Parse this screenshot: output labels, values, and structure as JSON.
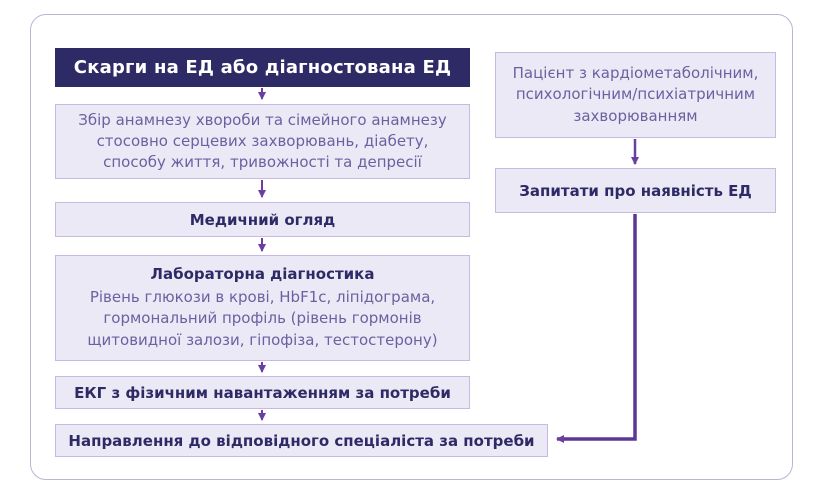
{
  "diagram": {
    "title_box": {
      "text": "Скарги на ЕД або діагностована ЕД"
    },
    "left_flow": [
      {
        "text": "Збір анамнезу хвороби та сімейного анамнезу стосовно серцевих захворювань, діабету, способу життя, тривожності та депресії"
      },
      {
        "text": "Медичний огляд"
      },
      {
        "title": "Лабораторна діагностика",
        "text": "Рівень глюкози в крові, HbF1c, ліпідограма, гормональний профіль (рівень гормонів щитовидної залози, гіпофіза, тестостерону)"
      },
      {
        "text": "ЕКГ з фізичним навантаженням за потреби"
      },
      {
        "text": "Направлення до відповідного спеціаліста за потреби"
      }
    ],
    "right_flow": [
      {
        "text": "Пацієнт з кардіометаболічним, психологічним/психіатричним захворюванням"
      },
      {
        "text": "Запитати про наявність ЕД"
      }
    ],
    "colors": {
      "dark_box_bg": "#2e2a66",
      "dark_box_text": "#ffffff",
      "light_box_bg": "#ece9f6",
      "light_box_border": "#c9b8e2",
      "bold_text": "#2e2a66",
      "body_text": "#6b61a0",
      "arrow": "#6b3fa0",
      "frame_border": "#b9b6d2"
    }
  }
}
